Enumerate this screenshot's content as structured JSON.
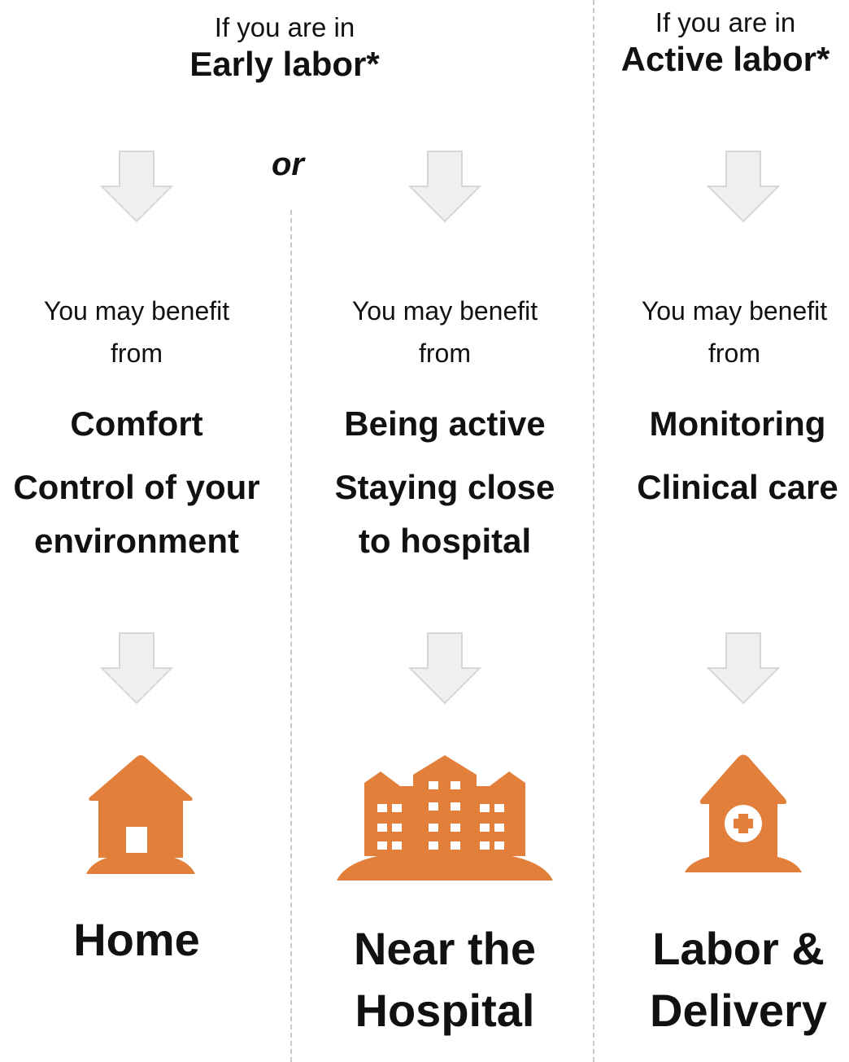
{
  "colors": {
    "accent": "#e27f3a",
    "arrow_fill": "#efefef",
    "arrow_stroke": "#d6d6d6",
    "divider": "#c8c8c8"
  },
  "early": {
    "prefix": "If you are in",
    "stage": "Early labor*"
  },
  "or_label": "or",
  "active": {
    "prefix": "If you are in",
    "stage": "Active labor*"
  },
  "columns": [
    {
      "intro": "You may benefit from",
      "benefits": [
        "Comfort",
        "Control of your environment"
      ],
      "icon": "house-icon",
      "destination": "Home"
    },
    {
      "intro": "You may benefit from",
      "benefits": [
        "Being active",
        "Staying close to hospital"
      ],
      "icon": "hospital-building-icon",
      "destination": "Near the Hospital"
    },
    {
      "intro": "You may benefit from",
      "benefits": [
        "Monitoring",
        "Clinical care"
      ],
      "icon": "medical-house-icon",
      "destination": "Labor & Delivery"
    }
  ]
}
